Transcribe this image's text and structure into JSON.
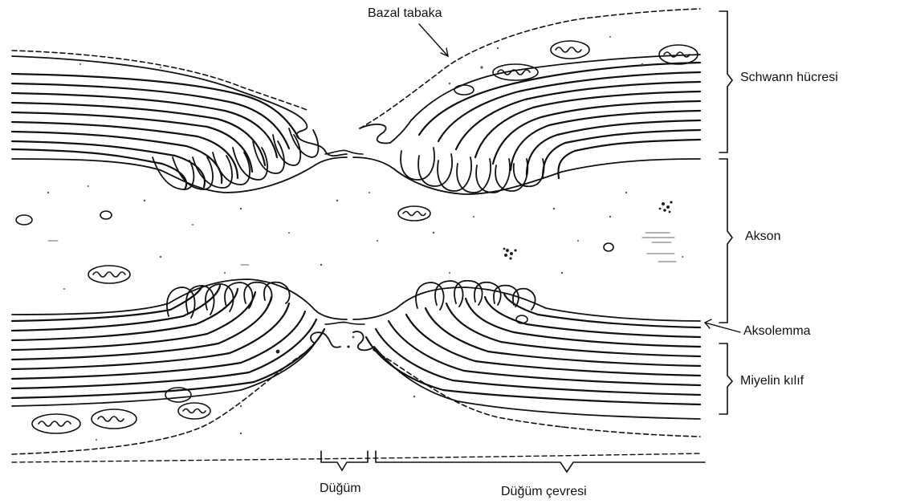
{
  "labels": {
    "bazal_tabaka": "Bazal tabaka",
    "schwann_hucresi": "Schwann hücresi",
    "akson": "Akson",
    "aksolemma": "Aksolemma",
    "miyelin_kilif": "Miyelin kılıf",
    "dugum": "Düğüm",
    "dugum_cevresi": "Düğüm çevresi"
  },
  "colors": {
    "ink": "#111111",
    "paper": "#ffffff",
    "stipple": "#555555"
  }
}
